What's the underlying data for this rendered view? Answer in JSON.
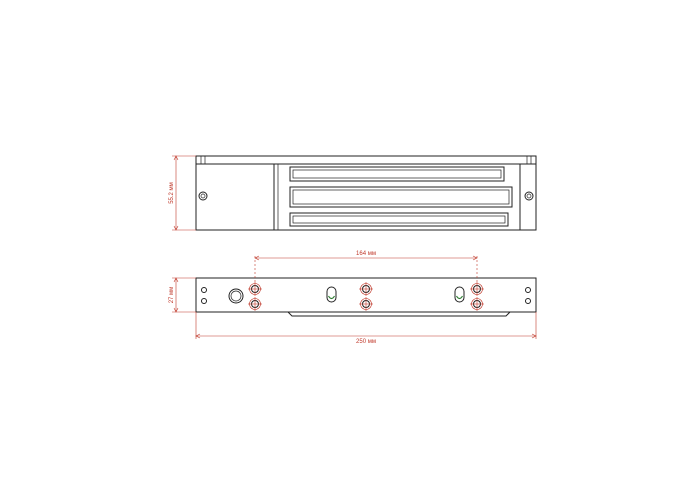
{
  "dimensions": {
    "height_front": "55.2 мм",
    "height_bottom": "27 мм",
    "hole_spacing": "164 мм",
    "overall_length": "250 мм"
  },
  "colors": {
    "outline": "#222222",
    "dimension": "#c0392b",
    "green_accent": "#2e7d32"
  }
}
